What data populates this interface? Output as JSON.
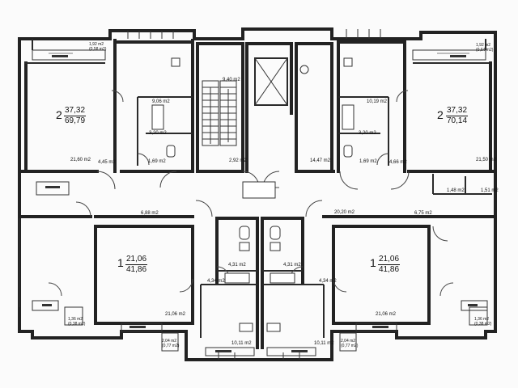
{
  "apartments": [
    {
      "rooms": "2",
      "living": "37,32",
      "total": "69,79"
    },
    {
      "rooms": "2",
      "living": "37,32",
      "total": "70,14"
    },
    {
      "rooms": "1",
      "living": "21,06",
      "total": "41,86"
    },
    {
      "rooms": "1",
      "living": "21,06",
      "total": "41,86"
    }
  ],
  "room_areas": {
    "top_left_room": "21,60 m2",
    "top_left_corridor": "4,45 m2",
    "top_left_kitchen": "9,06 m2",
    "top_left_bath": "3,20 m2",
    "top_left_wc": "1,69 m2",
    "stair_landing": "2,92 m2",
    "stairwell": "9,40 m2",
    "lift_hall": "14,47 m2",
    "top_right_kitchen": "10,19 m2",
    "top_right_bath": "3,20 m2",
    "top_right_wc": "1,69 m2",
    "top_right_corridor": "4,66 m2",
    "top_right_room": "21,50 m2",
    "right_closet_a": "1,48 m2",
    "right_closet_b": "1,51 m2",
    "left_hall": "6,88 m2",
    "center_hall": "20,20 m2",
    "right_hall": "6,75 m2",
    "bath_left": "4,31 m2",
    "bath_right": "4,31 m2",
    "corridor_left": "4,34 m2",
    "corridor_right": "4,34 m2",
    "bottom_left_room": "21,06 m2",
    "bottom_right_room": "21,06 m2",
    "kitchen_left": "10,11 m2",
    "kitchen_right": "10,11 m2"
  },
  "loggias": {
    "top_left": {
      "a": "1,92 m2",
      "b": "(0,58 m2)"
    },
    "top_right": {
      "a": "1,92 m2",
      "b": "(0,64 m2)"
    },
    "bottom_left": {
      "a": "1,36 m2",
      "b": "(0,38 m2)"
    },
    "bottom_right": {
      "a": "1,36 m2",
      "b": "(0,38 m2)"
    },
    "bottom_center_left": {
      "a": "2,04 m2",
      "b": "(0,77 m2)"
    },
    "bottom_center_right": {
      "a": "2,04 m2",
      "b": "(0,77 m2)"
    }
  }
}
